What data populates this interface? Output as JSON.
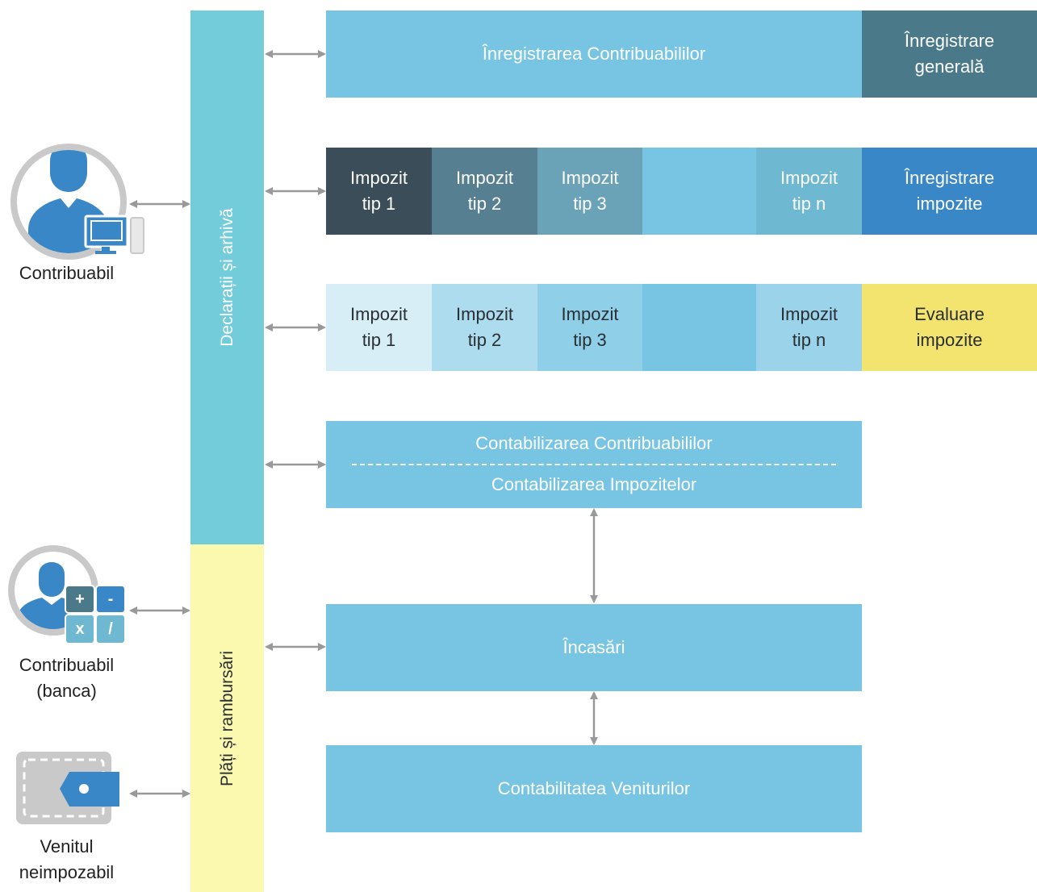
{
  "actors": {
    "taxpayer": {
      "label": "Contribuabil"
    },
    "bank": {
      "label": "Contribuabil\n(banca)",
      "calc_keys": [
        "+",
        "-",
        "x",
        "/"
      ]
    },
    "nontaxable": {
      "label": "Venitul\nneimpozabil"
    }
  },
  "bars": {
    "declarations": "Declarații și arhivă",
    "payments": "Plăți și rambursări"
  },
  "rows": {
    "registration": {
      "main": "Înregistrarea Contribuabililor",
      "side": "Înregistrare\ngenerală"
    },
    "tax_registration": {
      "cells": [
        "Impozit\ntip 1",
        "Impozit\ntip 2",
        "Impozit\ntip 3",
        "",
        "Impozit\ntip n"
      ],
      "side": "Înregistrare\nimpozite"
    },
    "tax_assessment": {
      "cells": [
        "Impozit\ntip 1",
        "Impozit\ntip 2",
        "Impozit\ntip 3",
        "",
        "Impozit\ntip n"
      ],
      "side": "Evaluare\nimpozite"
    },
    "accounting": {
      "line1": "Contabilizarea Contribuabililor",
      "line2": "Contabilizarea Impozitelor"
    },
    "collections": "Încasări",
    "revenue": "Contabilitatea Veniturilor"
  },
  "colors": {
    "bar_declarations": "#73ccd9",
    "bar_payments": "#fbf8b0",
    "box_main": "#77c5e3",
    "general_registration": "#4a7a8a",
    "tax_registration_accent": "#3a87c8",
    "assessment_accent": "#f2e46e",
    "arrow": "#999999",
    "icon_blue": "#3a87c8"
  }
}
